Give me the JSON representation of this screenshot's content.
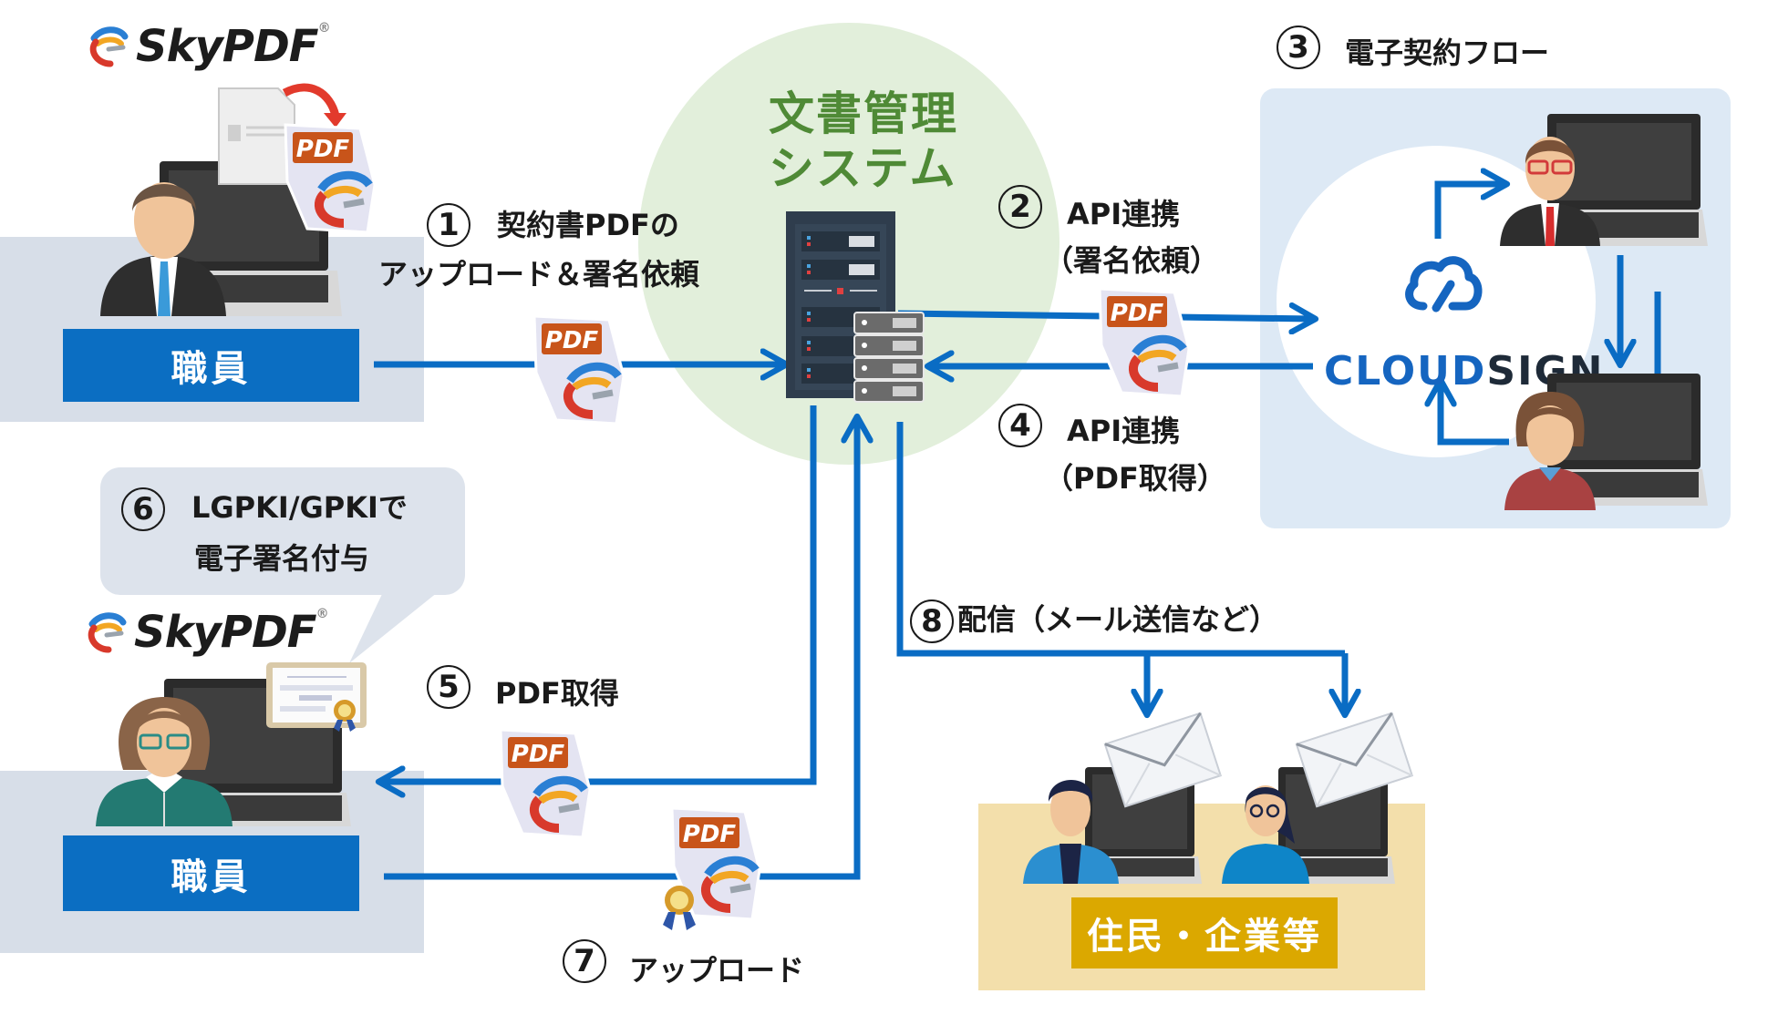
{
  "diagram": {
    "system": {
      "title_line1": "文書管理",
      "title_line2": "システム"
    },
    "actors": {
      "staff_top_label": "職員",
      "staff_bottom_label": "職員",
      "citizens_label": "住民・企業等"
    },
    "logos": {
      "skypdf_top": "SkyPDF",
      "skypdf_bottom": "SkyPDF",
      "registered_mark": "®",
      "cloudsign_part1": "CLOUD",
      "cloudsign_part2": "SIGN"
    },
    "pdf_badge_text": "PDF",
    "steps": [
      {
        "number": "1",
        "lines": [
          "契約書PDFの",
          "アップロード＆署名依頼"
        ]
      },
      {
        "number": "2",
        "lines": [
          "API連携",
          "（署名依頼）"
        ]
      },
      {
        "number": "3",
        "lines": [
          "電子契約フロー"
        ]
      },
      {
        "number": "4",
        "lines": [
          "API連携",
          "（PDF取得）"
        ]
      },
      {
        "number": "5",
        "lines": [
          "PDF取得"
        ]
      },
      {
        "number": "6",
        "lines": [
          "LGPKI/GPKIで",
          "電子署名付与"
        ]
      },
      {
        "number": "7",
        "lines": [
          "アップロード"
        ]
      },
      {
        "number": "8",
        "lines": [
          "配信（メール送信など）"
        ]
      }
    ],
    "colors": {
      "arrow_blue": "#0a6cc4",
      "staff_box_blue": "#0b6ec2",
      "system_green": "#4f8a36",
      "system_bg": "#e2efdb",
      "cloudsign_panel": "#dde9f5",
      "citizens_panel": "#f3dfab",
      "citizens_label_bg": "#dba800",
      "staff_panel_gray": "#d7dee8"
    }
  }
}
